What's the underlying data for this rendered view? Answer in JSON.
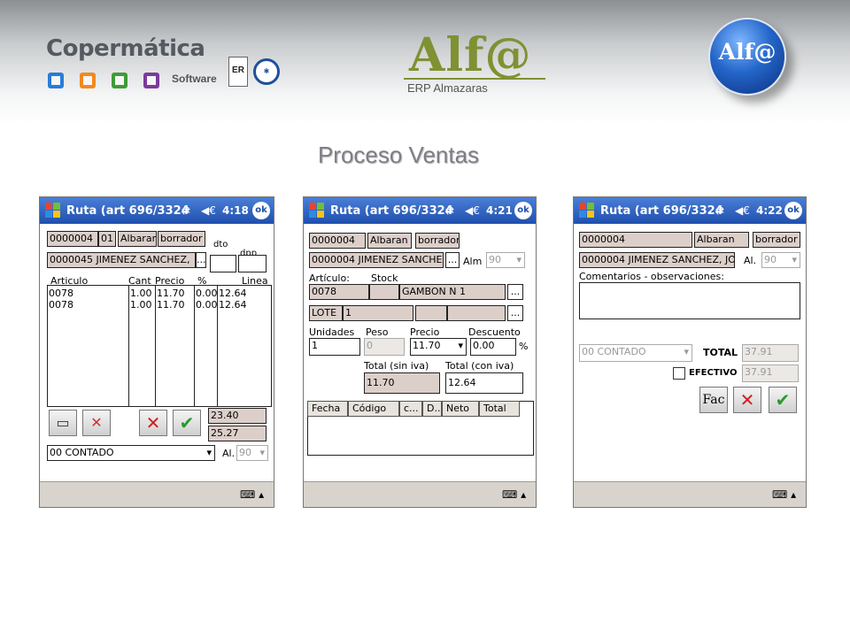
{
  "header": {
    "company": "Copermática",
    "company_sub": "Software",
    "cert_label": "ER",
    "product": "Alf@",
    "product_sub": "ERP Almazaras",
    "badge_label": "Alf@",
    "logo_square_colors": [
      "#2b7bd8",
      "#f08a1e",
      "#3e9c35",
      "#7b3a9a"
    ]
  },
  "page_title": "Proceso Ventas",
  "title_bar": {
    "title": "Ruta (art 696/3324",
    "sync_icon": "⇄",
    "volume_icon": "◀€",
    "ok_label": "ok"
  },
  "screen1": {
    "time": "4:18",
    "doc_num": "0000004",
    "serie": "01",
    "doc_type": "Albaran",
    "state": "borrador",
    "client_code": "0000045",
    "client_name": "JIMENEZ SANCHEZ,",
    "ellipsis": "...",
    "dto_label": "dto",
    "dpp_label": "dpp",
    "columns": [
      "Articulo",
      "Cant",
      "Precio",
      "%",
      "Linea"
    ],
    "rows": [
      [
        "0078",
        "1.00",
        "11.70",
        "0.00",
        "12.64"
      ],
      [
        "0078",
        "1.00",
        "11.70",
        "0.00",
        "12.64"
      ]
    ],
    "total_net": "23.40",
    "total_gross": "25.27",
    "payment": "00  CONTADO",
    "al_label": "Al.",
    "al_value": "90"
  },
  "screen2": {
    "time": "4:21",
    "doc_num": "0000004",
    "doc_type": "Albaran",
    "state": "borrador",
    "client_code": "0000004",
    "client_name": "JIMENEZ SANCHEZ",
    "ellipsis": "...",
    "alm_label": "Alm",
    "alm_value": "90",
    "articulo_label": "Artículo:",
    "stock_label": "Stock",
    "art_code": "0078",
    "art_name": "GAMBON  N 1",
    "lote_label": "LOTE",
    "lote_value": "1",
    "unidades_label": "Unidades",
    "peso_label": "Peso",
    "precio_label": "Precio",
    "descuento_label": "Descuento",
    "unidades": "1",
    "peso": "0",
    "precio": "11.70",
    "descuento": "0.00",
    "pct": "%",
    "total_sin_label": "Total (sin iva)",
    "total_con_label": "Total (con iva)",
    "total_sin": "11.70",
    "total_con": "12.64",
    "grid_cols": [
      "Fecha",
      "Código",
      "c...",
      "D..",
      "Neto",
      "Total"
    ]
  },
  "screen3": {
    "time": "4:22",
    "doc_num": "0000004",
    "doc_type": "Albaran",
    "state": "borrador",
    "client_code": "0000004",
    "client_name": "JIMENEZ SANCHEZ, JO",
    "al_label": "Al.",
    "al_value": "90",
    "comments_label": "Comentarios - observaciones:",
    "payment": "00  CONTADO",
    "total_label": "TOTAL",
    "total": "37.91",
    "efectivo_label": "EFECTIVO",
    "efectivo": "37.91",
    "fac_label": "Fac"
  }
}
